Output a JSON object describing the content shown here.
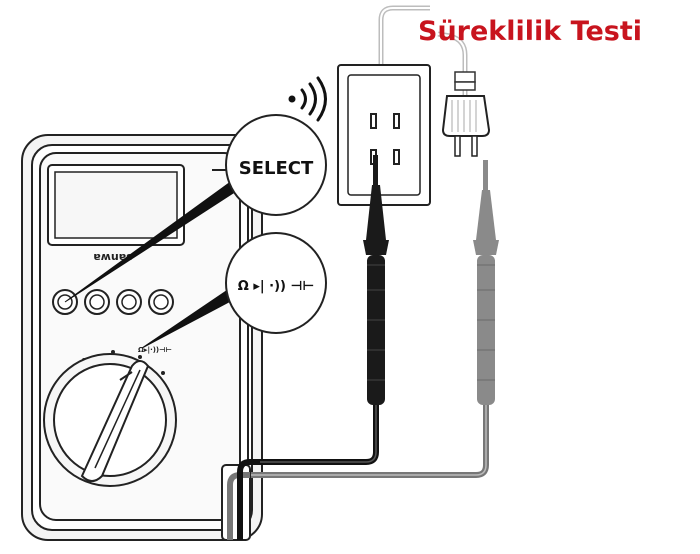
{
  "title": "Süreklilik Testi",
  "brand": "sanwa",
  "callouts": {
    "select": "SELECT",
    "function_symbols": "Ω ▸| ·)) ⊣⊢"
  },
  "dial": {
    "function_mark": "Ω▸|·))⊣⊢"
  },
  "icons": {
    "beep": "sound-waves-icon",
    "outlet": "wall-outlet-icon",
    "plug": "power-plug-icon"
  },
  "colors": {
    "title": "#c8141e",
    "outline": "#222222",
    "lead_black": "#1a1a1a",
    "lead_gray": "#8a8a8a",
    "watermark": "#f2c9c9"
  }
}
